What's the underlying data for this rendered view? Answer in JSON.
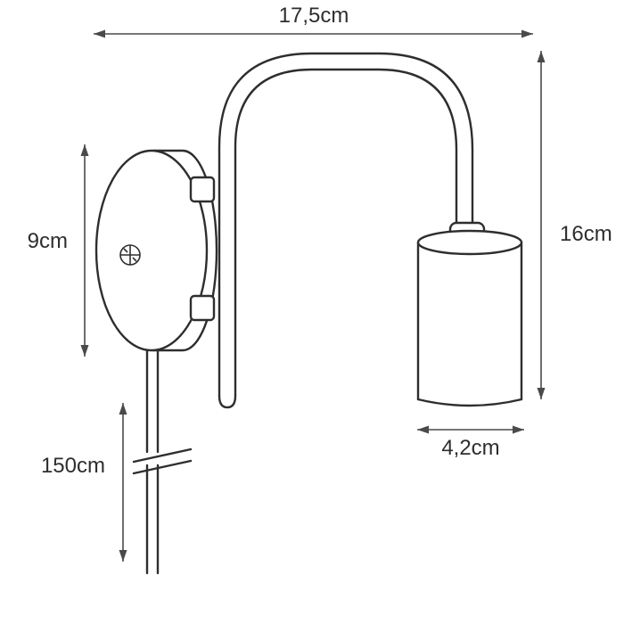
{
  "diagram": {
    "type": "technical-drawing",
    "subject": "wall lamp with curved arm, cylinder shade and cable - dimension diagram",
    "dimensions": {
      "overall_width": "17,5cm",
      "overall_height": "16cm",
      "wall_plate_height": "9cm",
      "cable_length": "150cm",
      "shade_diameter": "4,2cm"
    },
    "colors": {
      "background": "#ffffff",
      "drawing_stroke": "#2e2e2e",
      "dimension_stroke": "#4a4a4a",
      "text": "#2e2e2e"
    }
  }
}
